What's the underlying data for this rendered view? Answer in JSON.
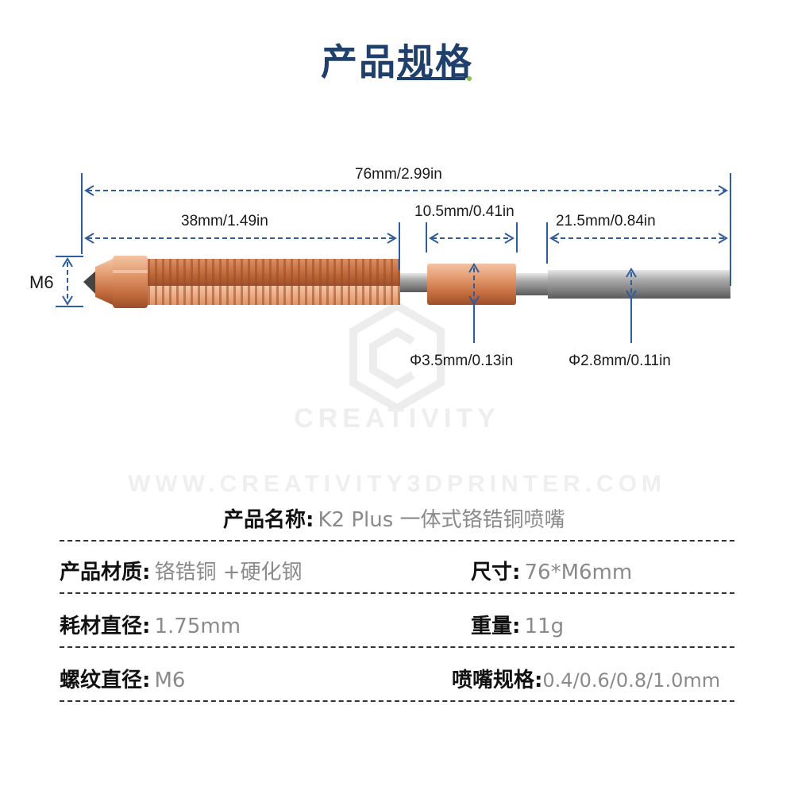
{
  "title": "产品规格",
  "dimensions": {
    "total_length": "76mm/2.99in",
    "thread_length": "38mm/1.49in",
    "sleeve_length": "10.5mm/0.41in",
    "tube_length": "21.5mm/0.84in",
    "thread_size": "M6",
    "sleeve_diameter": "Φ3.5mm/0.13in",
    "tube_diameter": "Φ2.8mm/0.11in"
  },
  "watermark": {
    "brand": "CREATIVITY",
    "website": "WWW.CREATIVITY3DPRINTER.COM"
  },
  "specs": {
    "name": {
      "label": "产品名称:",
      "value": "K2 Plus 一体式铬锆铜喷嘴"
    },
    "material": {
      "label": "产品材质:",
      "value": "铬锆铜 +硬化钢"
    },
    "size": {
      "label": "尺寸:",
      "value": "76*M6mm"
    },
    "filament_diameter": {
      "label": "耗材直径:",
      "value": "1.75mm"
    },
    "weight": {
      "label": "重量:",
      "value": "11g"
    },
    "thread_diameter": {
      "label": "螺纹直径:",
      "value": "M6"
    },
    "nozzle_sizes": {
      "label": "喷嘴规格:",
      "value": "0.4/0.6/0.8/1.0mm"
    }
  },
  "colors": {
    "title": "#1f3f6c",
    "dimension_line": "#2d5d9f",
    "copper": "#d98a5e",
    "steel": "#8f8f8f"
  }
}
